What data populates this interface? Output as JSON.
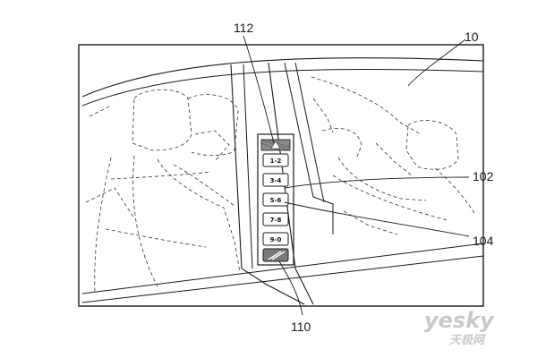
{
  "references": {
    "ref_10": "10",
    "ref_112": "112",
    "ref_102": "102",
    "ref_104": "104",
    "ref_110": "110"
  },
  "keypad": {
    "buttons": [
      "1-2",
      "3-4",
      "5-6",
      "7-8",
      "9-0"
    ]
  },
  "watermark": {
    "brand": "yesky",
    "subtitle": "天极网"
  },
  "colors": {
    "line": "#1a1a1a",
    "watermark": "#c9c9c9"
  }
}
